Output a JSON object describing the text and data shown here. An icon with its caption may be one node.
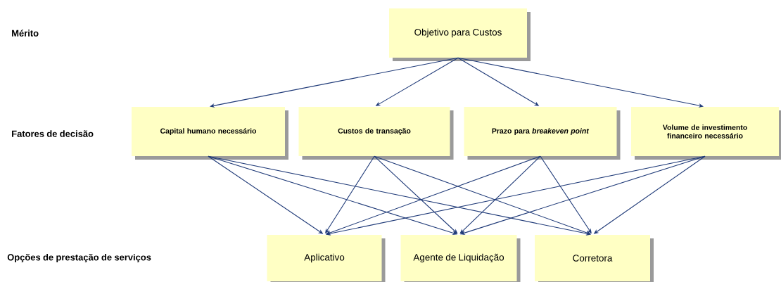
{
  "diagram": {
    "nodes": [
      {
        "text": [
          "Objetivo para Custos"
        ]
      },
      {
        "text": [
          "Capital humano necessário"
        ]
      },
      {
        "text": [
          "Custos de transação"
        ]
      },
      {
        "text": [
          "Prazo para *breakeven point*"
        ]
      },
      {
        "text": [
          "Volume de investimento financeiro necessário"
        ]
      },
      {
        "text": [
          "Aplicativo"
        ]
      },
      {
        "text": [
          "Agente de Liquidação"
        ]
      },
      {
        "text": [
          "Corretora"
        ]
      }
    ],
    "edges": [
      {
        "from": 0,
        "to": 1,
        "arrow": "to"
      },
      {
        "from": 0,
        "to": 2,
        "arrow": "to"
      },
      {
        "from": 0,
        "to": 3,
        "arrow": "to"
      },
      {
        "from": 0,
        "to": 4,
        "arrow": "to"
      },
      {
        "from": 1,
        "to": 5,
        "arrow": "to"
      },
      {
        "from": 1,
        "to": 6,
        "arrow": "to"
      },
      {
        "from": 1,
        "to": 7,
        "arrow": "to"
      },
      {
        "from": 2,
        "to": 5,
        "arrow": "to"
      },
      {
        "from": 2,
        "to": 6,
        "arrow": "to"
      },
      {
        "from": 2,
        "to": 7,
        "arrow": "to"
      },
      {
        "from": 3,
        "to": 5,
        "arrow": "to"
      },
      {
        "from": 3,
        "to": 6,
        "arrow": "to"
      },
      {
        "from": 3,
        "to": 7,
        "arrow": "to"
      },
      {
        "from": 4,
        "to": 5,
        "arrow": "to"
      },
      {
        "from": 4,
        "to": 6,
        "arrow": "to"
      },
      {
        "from": 4,
        "to": 7,
        "arrow": "to"
      }
    ],
    "labels": [
      "Mérito",
      "Fatores de decisão",
      "Opções de prestação de serviços"
    ]
  }
}
